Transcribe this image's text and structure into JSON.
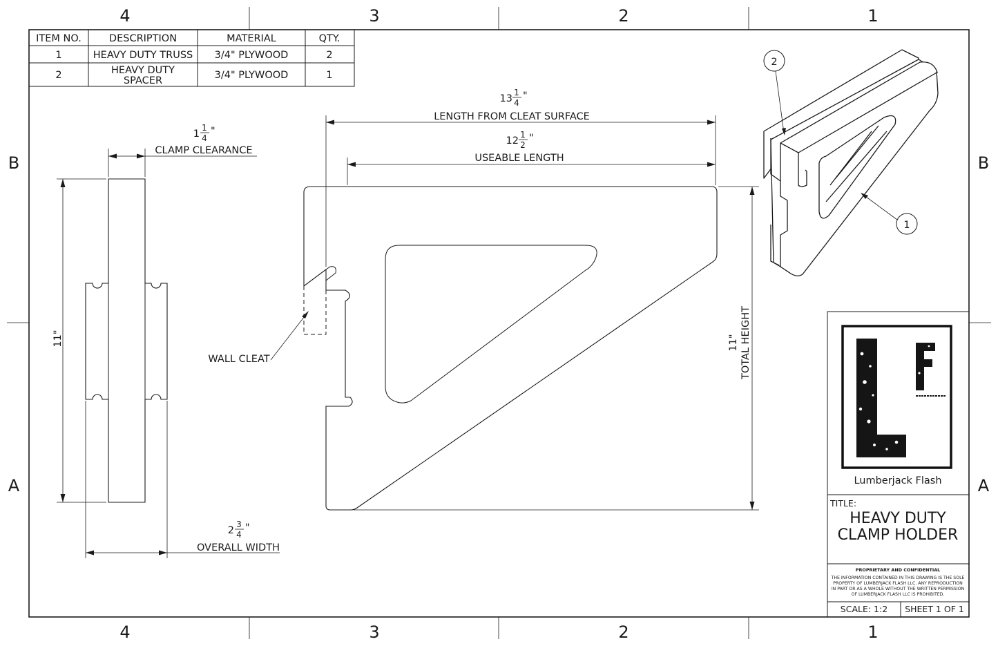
{
  "zones": {
    "columns": [
      "4",
      "3",
      "2",
      "1"
    ],
    "rows": [
      "B",
      "A"
    ]
  },
  "bom": {
    "headers": [
      "ITEM NO.",
      "DESCRIPTION",
      "MATERIAL",
      "QTY."
    ],
    "rows": [
      {
        "item": "1",
        "description": "HEAVY DUTY TRUSS",
        "material": "3/4\" PLYWOOD",
        "qty": "2"
      },
      {
        "item": "2",
        "description_line1": "HEAVY DUTY",
        "description_line2": "SPACER",
        "material": "3/4\" PLYWOOD",
        "qty": "1"
      }
    ]
  },
  "dimensions": {
    "clamp_clearance": {
      "whole": "1",
      "num": "1",
      "den": "4",
      "unit": "\"",
      "label": "CLAMP CLEARANCE"
    },
    "side_height": {
      "value": "11\""
    },
    "overall_width": {
      "whole": "2",
      "num": "3",
      "den": "4",
      "unit": "\"",
      "label": "OVERALL WIDTH"
    },
    "length_from_cleat": {
      "whole": "13",
      "num": "1",
      "den": "4",
      "unit": "\"",
      "label": "LENGTH FROM CLEAT SURFACE"
    },
    "useable_length": {
      "whole": "12",
      "num": "1",
      "den": "2",
      "unit": "\"",
      "label": "USEABLE LENGTH"
    },
    "total_height": {
      "value": "11\"",
      "label": "TOTAL HEIGHT"
    }
  },
  "callouts": {
    "wall_cleat": "WALL CLEAT",
    "balloon_1": "1",
    "balloon_2": "2"
  },
  "title_block": {
    "logo_letters": "LF",
    "company": "Lumberjack Flash",
    "title_label": "TITLE:",
    "title_line1": "HEAVY DUTY",
    "title_line2": "CLAMP HOLDER",
    "confidential_heading": "PROPRIETARY AND CONFIDENTIAL",
    "confidential_lines": [
      "THE INFORMATION CONTAINED IN THIS DRAWING IS THE SOLE",
      "PROPERTY OF LUMBERJACK FLASH LLC.  ANY REPRODUCTION",
      "IN PART OR AS A WHOLE WITHOUT THE WRITTEN PERMISSION",
      "OF LUMBERJACK FLASH LLC IS PROHIBITED."
    ],
    "scale": "SCALE: 1:2",
    "sheet": "SHEET 1 OF 1"
  }
}
